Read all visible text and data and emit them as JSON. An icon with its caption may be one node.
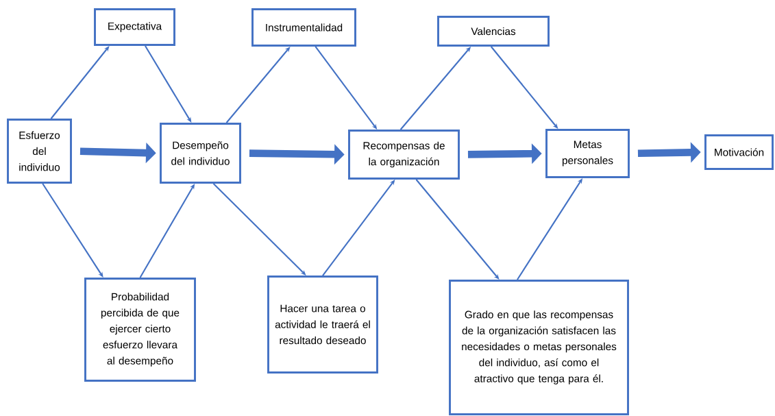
{
  "diagram": {
    "nodes": [
      {
        "text": [
          "Expectativa"
        ]
      },
      {
        "text": [
          "Instrumentalidad"
        ]
      },
      {
        "text": [
          "Valencias"
        ]
      },
      {
        "text": [
          "Esfuerzo del individuo"
        ]
      },
      {
        "text": [
          "Desempeño del individuo"
        ]
      },
      {
        "text": [
          "Recompensas de la organización"
        ]
      },
      {
        "text": [
          "Metas personales"
        ]
      },
      {
        "text": [
          "Motivación"
        ]
      },
      {
        "text": [
          "Probabilidad percibida de que ejercer cierto esfuerzo llevara al desempeño"
        ]
      },
      {
        "text": [
          "Hacer una tarea o actividad le traerá el resultado deseado"
        ]
      },
      {
        "text": [
          "Grado en que las recompensas de la organización satisfacen las necesidades o metas personales del individuo, así como el atractivo que tenga para él."
        ]
      }
    ],
    "edges": [
      {
        "from": 3,
        "to": 0,
        "arrow": "to"
      },
      {
        "from": 0,
        "to": 4,
        "arrow": "to"
      },
      {
        "from": 3,
        "to": 8,
        "arrow": "to"
      },
      {
        "from": 8,
        "to": 4,
        "arrow": "to"
      },
      {
        "from": 4,
        "to": 1,
        "arrow": "to"
      },
      {
        "from": 1,
        "to": 5,
        "arrow": "to"
      },
      {
        "from": 4,
        "to": 9,
        "arrow": "to"
      },
      {
        "from": 9,
        "to": 5,
        "arrow": "to"
      },
      {
        "from": 5,
        "to": 2,
        "arrow": "to"
      },
      {
        "from": 2,
        "to": 6,
        "arrow": "to"
      },
      {
        "from": 5,
        "to": 10,
        "arrow": "to"
      },
      {
        "from": 10,
        "to": 6,
        "arrow": "to"
      },
      {
        "from": 3,
        "to": 4,
        "arrow": "to",
        "style": "thick"
      },
      {
        "from": 4,
        "to": 5,
        "arrow": "to",
        "style": "thick"
      },
      {
        "from": 5,
        "to": 6,
        "arrow": "to",
        "style": "thick"
      },
      {
        "from": 6,
        "to": 7,
        "arrow": "to",
        "style": "thick"
      }
    ]
  }
}
